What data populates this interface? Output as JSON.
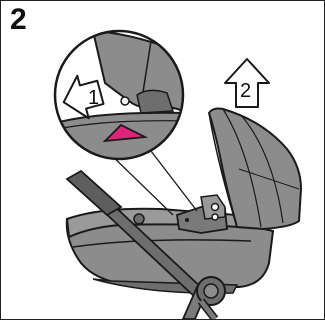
{
  "step": {
    "number": "2"
  },
  "callouts": {
    "press_label": "1",
    "lift_label": "2"
  },
  "colors": {
    "product_gray": "#8c8c8c",
    "product_dark": "#6e6e6e",
    "outline": "#1a1a1a",
    "release_button": "#e0247a"
  },
  "icons": [
    "press-arrow-icon",
    "lift-arrow-icon"
  ]
}
